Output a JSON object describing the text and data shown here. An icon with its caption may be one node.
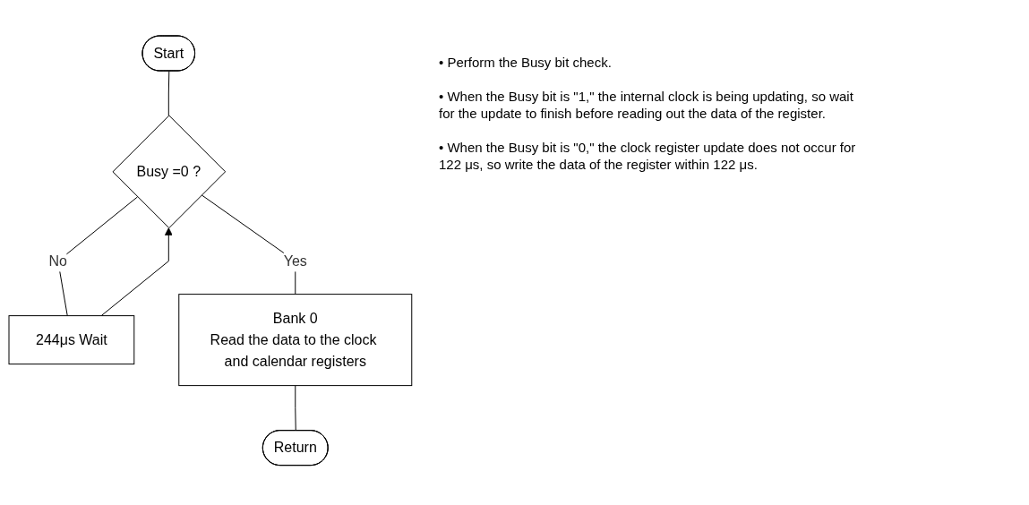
{
  "diagram": {
    "nodes": [
      {
        "text": [
          "Start"
        ]
      },
      {
        "text": [
          "Busy =0 ?"
        ]
      },
      {
        "text": [
          "244μs Wait"
        ]
      },
      {
        "text": [
          "Bank 0",
          "Read the data to the clock and calendar registers"
        ]
      },
      {
        "text": [
          "Return"
        ]
      }
    ],
    "edges": [
      {
        "from": 0,
        "to": 1,
        "arrow": "none"
      },
      {
        "from": 1,
        "to": 2,
        "arrow": "none",
        "label": "No"
      },
      {
        "from": 2,
        "to": 1,
        "arrow": "to"
      },
      {
        "from": 1,
        "to": 3,
        "arrow": "none",
        "label": "Yes"
      },
      {
        "from": 3,
        "to": 4,
        "arrow": "none"
      }
    ],
    "labels": [
      "• Perform the Busy bit check.",
      "• When the Busy bit is \"1,\" the internal clock is being updating, so wait for the update to finish before reading out the data of the register.",
      "• When the Busy bit is \"0,\" the clock register update does not occur for 122 μs, so write the data of the register within 122 μs."
    ]
  }
}
